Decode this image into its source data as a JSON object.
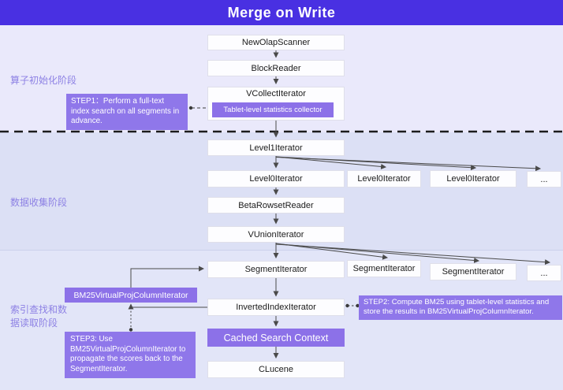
{
  "title": "Merge on Write",
  "stages": {
    "init": "算子初始化阶段",
    "collect": "数据收集阶段",
    "index": "索引查找和数\n据读取阶段"
  },
  "nodes": {
    "newOlapScanner": "NewOlapScanner",
    "blockReader": "BlockReader",
    "vCollectIterator": "VCollectIterator",
    "statsCollector": "Tablet-level statistics collector",
    "level1Iterator": "Level1Iterator",
    "level0Iterators": [
      "Level0Iterator",
      "Level0Iterator",
      "Level0Iterator",
      "..."
    ],
    "betaRowsetReader": "BetaRowsetReader",
    "vUnionIterator": "VUnionIterator",
    "segmentIterators": [
      "SegmentIterator",
      "SegmentIterator",
      "SegmentIterator",
      "..."
    ],
    "invertedIndexIterator": "InvertedIndexIterator",
    "bm25Iterator": "BM25VirtualProjColumnIterator",
    "cachedSearchContext": "Cached Search Context",
    "cLucene": "CLucene"
  },
  "callouts": {
    "step1": "STEP1：Perform a full-text index search on all segments in advance.",
    "step2": "STEP2: Compute BM25 using tablet-level statistics and store the results in BM25VirtualProjColumnIterator.",
    "step3": "STEP3: Use BM25VirtualProjColumnIterator to propagate the scores back to the SegmentIterator."
  },
  "colors": {
    "headerBar": "#4930E2",
    "calloutPurple": "#8F77EA",
    "nodePurple": "#8C71E8",
    "stageLabel": "#8D81E4",
    "sectionInitBg": "#EAE9FB",
    "sectionCollectBg": "#DCE0F5",
    "sectionIndexBg": "#E2E5F8",
    "arrow": "#4a4a4a"
  }
}
